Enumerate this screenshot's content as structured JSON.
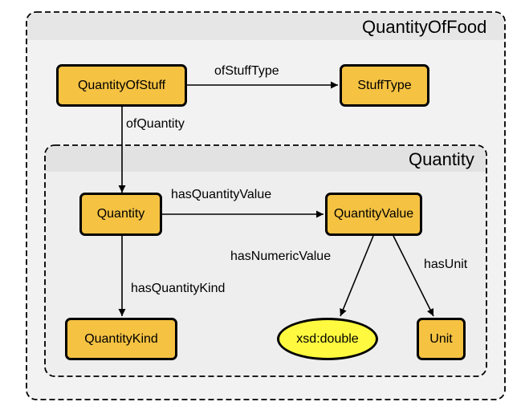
{
  "containers": {
    "outer": {
      "title": "QuantityOfFood"
    },
    "inner": {
      "title": "Quantity"
    }
  },
  "nodes": {
    "quantity_of_stuff": "QuantityOfStuff",
    "stuff_type": "StuffType",
    "quantity": "Quantity",
    "quantity_value": "QuantityValue",
    "quantity_kind": "QuantityKind",
    "xsd_double": "xsd:double",
    "unit": "Unit"
  },
  "edges": {
    "of_stuff_type": "ofStuffType",
    "of_quantity": "ofQuantity",
    "has_quantity_value": "hasQuantityValue",
    "has_numeric_value": "hasNumericValue",
    "has_unit": "hasUnit",
    "has_quantity_kind": "hasQuantityKind"
  },
  "colors": {
    "class_fill": "#f5c242",
    "literal_fill": "#fff93f",
    "container_fill": "#f2f2f2",
    "container_header": "#e6e6e6"
  }
}
